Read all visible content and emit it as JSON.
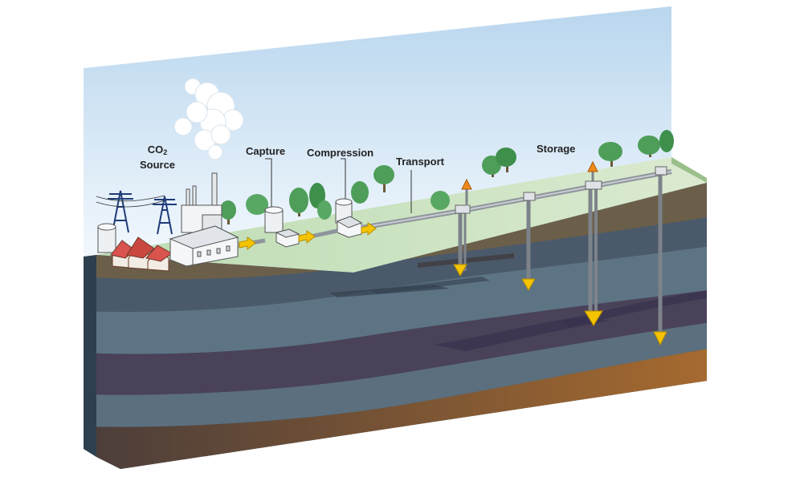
{
  "labels": {
    "source_line1_prefix": "CO",
    "source_line1_subscript": "2",
    "source_line2": "Source",
    "capture": "Capture",
    "compression": "Compression",
    "transport": "Transport",
    "storage": "Storage"
  },
  "colors": {
    "sky_top": "#bcd8ee",
    "sky_bottom": "#f4f9fd",
    "ground": "#c9e2c0",
    "arrow_injection": "#f5c400",
    "arrow_outflow": "#ef8a1a",
    "pipe": "#b8bcc2"
  }
}
